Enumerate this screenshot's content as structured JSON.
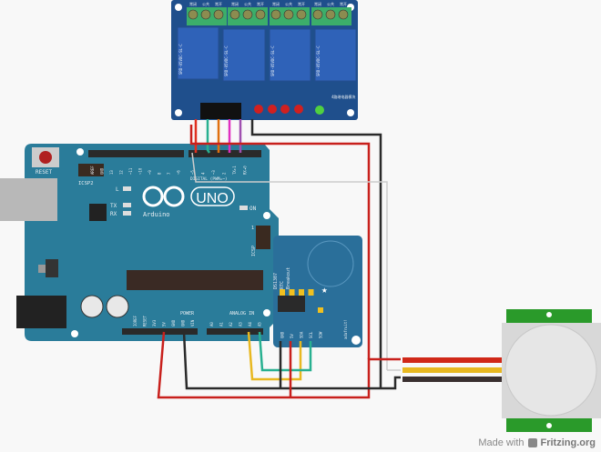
{
  "relay": {
    "terminal_labels": [
      "常闭",
      "公共",
      "常开",
      "常闭",
      "公共",
      "常开",
      "常闭",
      "公共",
      "常开",
      "常闭",
      "公共",
      "常开"
    ],
    "relay_text": "SRD-05VDC-SL-C",
    "module_label": "4路继电器模块"
  },
  "arduino": {
    "reset_label": "RESET",
    "icsp2_label": "ICSP2",
    "top_pins": [
      "AREF",
      "GND",
      "13",
      "12",
      "~11",
      "~10",
      "~9",
      "8",
      "7",
      "~6",
      "~5",
      "4",
      "~3",
      "2",
      "TX▸1",
      "RX◂0"
    ],
    "digital_label": "DIGITAL (PWM=~)",
    "led_l": "L",
    "led_tx": "TX",
    "led_rx": "RX",
    "logo_uno": "UNO",
    "logo_text": "Arduino",
    "on_label": "ON",
    "icsp_label": "ICSP",
    "icsp_pin1": "1",
    "power_pins": [
      "IOREF",
      "RESET",
      "3V3",
      "5V",
      "GND",
      "GND",
      "VIN"
    ],
    "power_label": "POWER",
    "analog_pins": [
      "A0",
      "A1",
      "A2",
      "A3",
      "A4",
      "A5"
    ],
    "analog_label": "ANALOG IN"
  },
  "rtc": {
    "title_lines": [
      "DS1307",
      "RTC",
      "Breakout"
    ],
    "pins": [
      "GND",
      "5V",
      "SDA",
      "SCL",
      "SQW"
    ],
    "brand": "adafruit!"
  },
  "footer": {
    "made_with": "Made with",
    "brand": "Fritzing.org"
  },
  "colors": {
    "board": "#2a7c9a",
    "relay_board": "#1f4f8c",
    "wire_red": "#c8201c",
    "wire_black": "#2a2a2a",
    "wire_yellow": "#e8b820",
    "wire_teal": "#28b090",
    "pir_green": "#2a9a2a"
  }
}
